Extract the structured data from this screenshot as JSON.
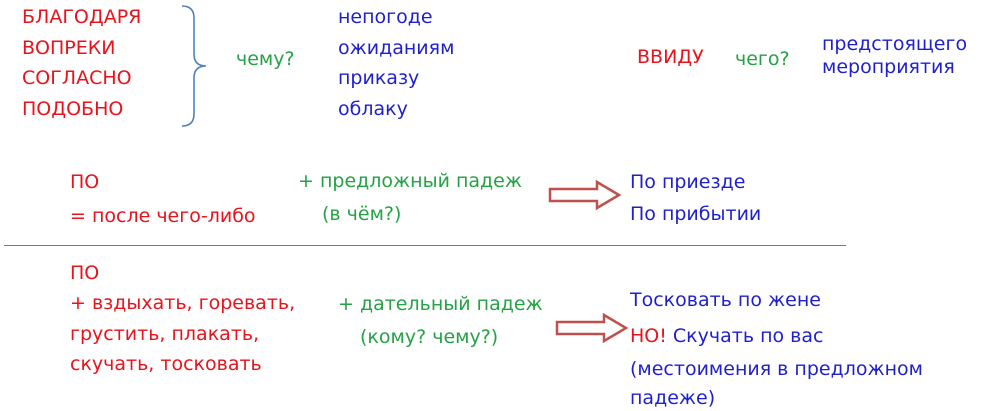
{
  "prepositions_dative": [
    "БЛАГОДАРЯ",
    "ВОПРЕКИ",
    "СОГЛАСНО",
    "ПОДОБНО"
  ],
  "question_dative": "чему?",
  "dative_examples": [
    "непогоде",
    "ожиданиям",
    "приказу",
    "облаку"
  ],
  "vvidu": {
    "preposition": "ВВИДУ",
    "question": "чего?",
    "example": [
      "предстоящего",
      "мероприятия"
    ]
  },
  "po_prepositional": {
    "preposition": "ПО",
    "meaning": "= после чего-либо",
    "case": "+ предложный падеж",
    "case_question": "(в чём?)",
    "examples": [
      "По приезде",
      "По прибытии"
    ]
  },
  "po_dative": {
    "preposition": "ПО",
    "verbs": [
      "+ вздыхать, горевать,",
      "грустить, плакать,",
      "скучать, тосковать"
    ],
    "case": "+ дательный падеж",
    "case_question": "(кому? чему?)",
    "example": "Тосковать по жене",
    "exception_label": "НО!",
    "exception_example": "Скучать по вас",
    "exception_note": [
      "(местоимения в предложном",
      "падеже)"
    ]
  },
  "colors": {
    "red": "#e8131b",
    "green": "#25a245",
    "blue": "#1f1fd0",
    "arrow": "#c0504d",
    "divider": "#4f81bd",
    "brace": "#4f81bd"
  }
}
